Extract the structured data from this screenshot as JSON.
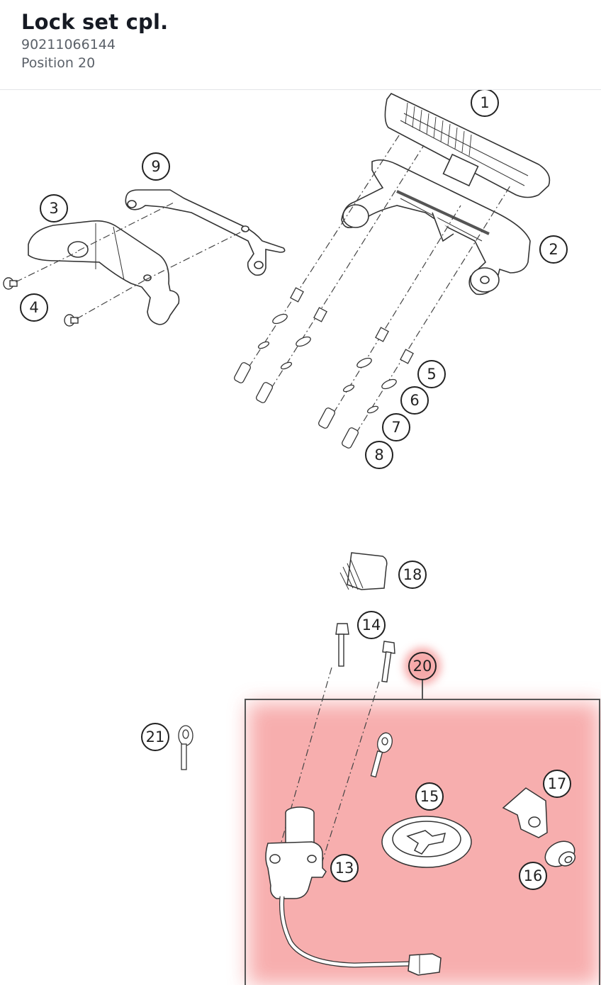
{
  "header": {
    "title": "Lock set cpl.",
    "part_number": "90211066144",
    "position": "Position 20"
  },
  "diagram": {
    "highlight_color": "#f4a3a3",
    "line_color": "#333333",
    "highlighted_position": "20",
    "callouts": [
      "1",
      "2",
      "3",
      "4",
      "5",
      "6",
      "7",
      "8",
      "9",
      "13",
      "14",
      "15",
      "16",
      "17",
      "18",
      "20",
      "21"
    ]
  }
}
